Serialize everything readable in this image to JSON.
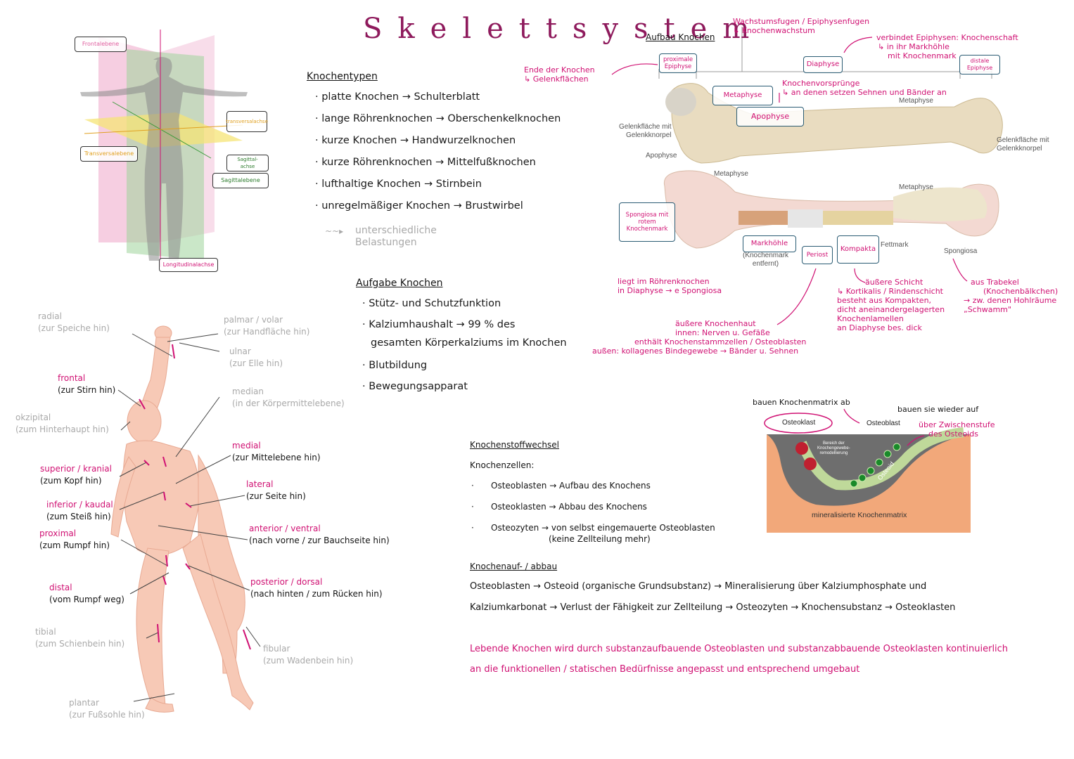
{
  "title": "Skelettsystem",
  "planes_figure": {
    "labels": {
      "frontalebene": "Frontalebene",
      "transversalachse": "transversalachse",
      "transversalebene": "Transversalebene",
      "sagittalachse": "Sagittal-\nachse",
      "sagittalebene": "Sagittalebene",
      "longitudinalachse": "Longitudinalachse"
    }
  },
  "knochentypen": {
    "heading": "Knochentypen",
    "items": [
      "· platte Knochen → Schulterblatt",
      "· lange Röhrenknochen → Oberschenkelknochen",
      "· kurze Knochen → Handwurzelknochen",
      "· kurze Röhrenknochen → Mittelfußknochen",
      "· lufthaltige Knochen → Stirnbein",
      "· unregelmäßiger Knochen → Brustwirbel"
    ],
    "note_arrow": "~~▸",
    "note_line1": "unterschiedliche",
    "note_line2": "Belastungen"
  },
  "aufgabe": {
    "heading": "Aufgabe Knochen",
    "items": [
      "· Stütz- und Schutzfunktion",
      "· Kalziumhaushalt → 99 % des",
      "gesamten Körperkalziums im Knochen",
      "· Blutbildung",
      "· Bewegungsapparat"
    ]
  },
  "aufbau": {
    "heading": "Aufbau Knochen",
    "wachstum1": "Wachstumsfugen / Epiphysenfugen",
    "wachstum2": "↳ Knochenwachstum",
    "verbindet1": "verbindet Epiphysen: Knochenschaft",
    "verbindet2": "↳ in ihr Markhöhle",
    "verbindet3": "mit Knochenmark",
    "ende1": "Ende der Knochen",
    "ende2": "↳ Gelenkflächen",
    "vorsprung1": "Knochenvorsprünge",
    "vorsprung2": "↳ an denen setzen Sehnen und Bänder an",
    "box_proximal": "proximale Epiphyse",
    "box_diaphyse": "Diaphyse",
    "box_distal": "distale Epiphyse",
    "box_metaphyse": "Metaphyse",
    "box_apophyse": "Apophyse",
    "box_spongiosa": "Spongiosa mit rotem Knochenmark",
    "box_markhoehle": "Markhöhle",
    "box_periost": "Periost",
    "box_kompakta": "Kompakta",
    "fig": {
      "gelenk_l": "Gelenkfläche mit\nGelenkknorpel",
      "apophyse": "Apophyse",
      "metaphyse_top": "Metaphyse",
      "gelenk_r": "Gelenkfläche mit\nGelenkknorpel",
      "metaphyse_mid": "Metaphyse",
      "metaphyse_r": "Metaphyse",
      "knochenmark": "(Knochenmark\nentfernt)",
      "fettmark": "Fettmark",
      "spongiosa": "Spongiosa"
    },
    "mark1": "liegt im Röhrenknochen",
    "mark2": "in Diaphyse → e Spongiosa",
    "periost1": "äußere Knochenhaut",
    "periost2": "innen: Nerven u. Gefäße",
    "periost3": "enthält Knochenstammzellen / Osteoblasten",
    "periost4": "außen: kollagenes Bindegewebe → Bänder u. Sehnen",
    "kompakta0": "äußere Schicht",
    "kompakta1": "↳ Kortikalis / Rindenschicht",
    "kompakta2": "besteht aus Kompakten,",
    "kompakta3": "dicht aneinandergelagerten",
    "kompakta4": "Knochenlamellen",
    "kompakta5": "an Diaphyse bes. dick",
    "spong1": "aus Trabekel",
    "spong2": "(Knochenbälkchen)",
    "spong3": "→ zw. denen Hohlräume",
    "spong4": "„Schwamm\""
  },
  "osteo_figure": {
    "abbau": "bauen Knochenmatrix ab",
    "aufbau1": "bauen sie wieder auf",
    "aufbau2": "über Zwischenstufe",
    "aufbau3": "des Osteoids",
    "osteoklast": "Osteoklast",
    "osteoblast": "Osteoblast",
    "osteoid": "Osteoid",
    "bereich": "Bereich der\nKnochengewebe-\nremodellierung",
    "matrix": "mineralisierte Knochenmatrix"
  },
  "stoffwechsel": {
    "heading": "Knochenstoffwechsel",
    "zellen": "Knochenzellen:",
    "items": [
      "Osteoblasten → Aufbau des Knochens",
      "Osteoklasten → Abbau des Knochens",
      "Osteozyten → von selbst eingemauerte Osteoblasten"
    ],
    "osteozyten_sub": "(keine Zellteilung mehr)",
    "aufabbau_heading": "Knochenauf- / abbau",
    "process1": "Osteoblasten → Osteoid (organische Grundsubstanz) → Mineralisierung über Kalziumphosphate und",
    "process2": "Kalziumkarbonat → Verlust der Fähigkeit zur Zellteilung → Osteozyten → Knochensubstanz → Osteoklasten",
    "summary1": "Lebende Knochen wird durch substanzaufbauende Osteoblasten und substanzabbauende Osteoklasten kontinuierlich",
    "summary2": "an die funktionellen / statischen Bedürfnisse angepasst und entsprechend umgebaut"
  },
  "directions": {
    "radial": "radial",
    "radial_sub": "(zur Speiche hin)",
    "palmar": "palmar / volar",
    "palmar_sub": "(zur Handfläche hin)",
    "ulnar": "ulnar",
    "ulnar_sub": "(zur Elle hin)",
    "frontal": "frontal",
    "frontal_sub": "(zur Stirn hin)",
    "median": "median",
    "median_sub": "(in der Körpermittelebene)",
    "okzipital": "okzipital",
    "okzipital_sub": "(zum Hinterhaupt hin)",
    "medial": "medial",
    "medial_sub": "(zur Mittelebene hin)",
    "superior": "superior / kranial",
    "superior_sub": "(zum Kopf hin)",
    "lateral": "lateral",
    "lateral_sub": "(zur Seite hin)",
    "inferior": "inferior / kaudal",
    "inferior_sub": "(zum Steiß hin)",
    "proximal": "proximal",
    "proximal_sub": "(zum Rumpf hin)",
    "anterior": "anterior / ventral",
    "anterior_sub": "(nach vorne / zur Bauchseite hin)",
    "distal": "distal",
    "distal_sub": "(vom Rumpf weg)",
    "posterior": "posterior / dorsal",
    "posterior_sub": "(nach hinten / zum Rücken hin)",
    "tibial": "tibial",
    "tibial_sub": "(zum Schienbein hin)",
    "fibular": "fibular",
    "fibular_sub": "(zum Wadenbein hin)",
    "plantar": "plantar",
    "plantar_sub": "(zur Fußsohle hin)"
  },
  "colors": {
    "accent": "#d01173",
    "title": "#8e1a5c",
    "box_border": "#2b5c74",
    "skin": "#f7c9b6",
    "bone": "#e9dcc0",
    "matrix": "#f2a87a"
  }
}
